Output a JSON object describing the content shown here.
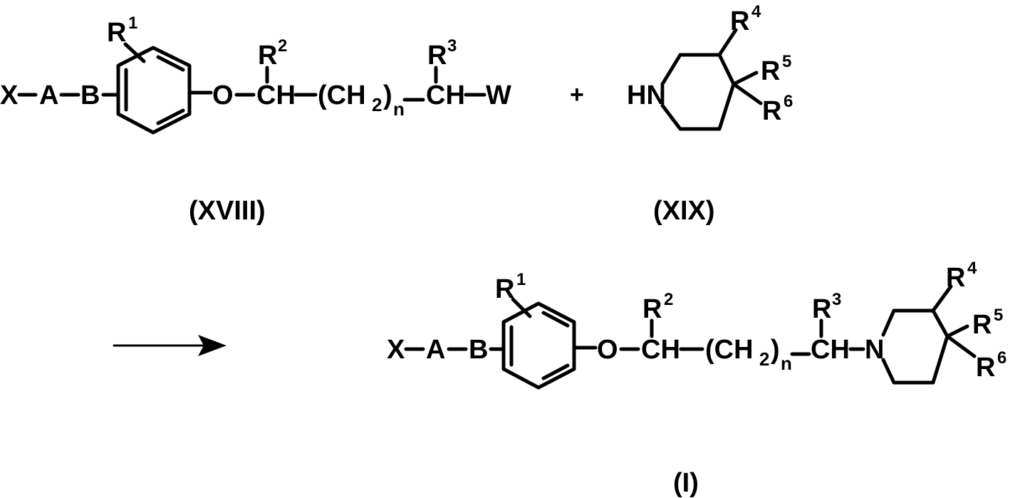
{
  "scheme": {
    "labels": {
      "X": "X",
      "A": "A",
      "B": "B",
      "O": "O",
      "CH": "CH",
      "W": "W",
      "HN": "HN",
      "N": "N",
      "R": "R",
      "sup1": "1",
      "sup2": "2",
      "sup3": "3",
      "sup4": "4",
      "sup5": "5",
      "sup6": "6",
      "ch2_open": "(CH",
      "ch2_sub": "2",
      "ch2_close": ")",
      "n": "n"
    },
    "plus": "+",
    "compounds": {
      "xviii": "(XVIII)",
      "xix": "(XIX)",
      "product": "(I)"
    }
  }
}
